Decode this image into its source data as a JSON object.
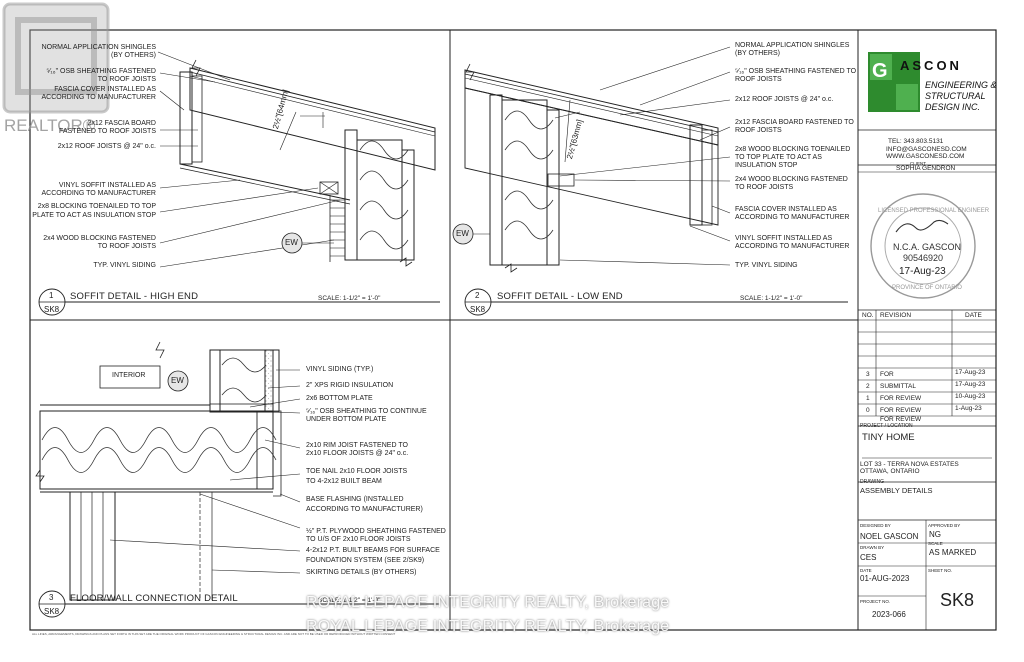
{
  "details": [
    {
      "number": "1",
      "sheet": "SK8",
      "title": "SOFFIT DETAIL - HIGH END",
      "scale": "SCALE: 1-1/2\" = 1'-0\"",
      "notes": [
        "NORMAL APPLICATION SHINGLES",
        "(BY OTHERS)",
        "⁵⁄₁₆\" OSB SHEATHING FASTENED",
        "TO ROOF JOISTS",
        "FASCIA COVER INSTALLED AS",
        "ACCORDING TO MANUFACTURER",
        "2x12 FASCIA BOARD",
        "FASTENED TO ROOF JOISTS",
        "2x12 ROOF JOISTS @ 24\" o.c.",
        "VINYL SOFFIT INSTALLED AS",
        "ACCORDING TO MANUFACTURER",
        "2x8 BLOCKING TOENAILED TO TOP",
        "PLATE TO ACT AS INSULATION STOP",
        "2x4 WOOD BLOCKING FASTENED",
        "TO ROOF JOISTS",
        "TYP. VINYL SIDING"
      ],
      "dim": "2½\"[64mm]",
      "tag": "EW"
    },
    {
      "number": "2",
      "sheet": "SK8",
      "title": "SOFFIT DETAIL - LOW END",
      "scale": "SCALE: 1-1/2\" = 1'-0\"",
      "notes": [
        "NORMAL APPLICATION SHINGLES",
        "(BY OTHERS)",
        "⁵⁄₁₆\" OSB SHEATHING FASTENED TO",
        "ROOF JOISTS",
        "2x12 ROOF JOISTS @ 24\" o.c.",
        "2x12 FASCIA BOARD FASTENED TO",
        "ROOF JOISTS",
        "2x8 WOOD BLOCKING TOENAILED",
        "TO TOP PLATE TO ACT AS",
        "INSULATION STOP",
        "2x4 WOOD BLOCKING FASTENED",
        "TO ROOF JOISTS",
        "FASCIA COVER INSTALLED AS",
        "ACCORDING TO MANUFACTURER",
        "VINYL SOFFIT INSTALLED AS",
        "ACCORDING TO MANUFACTURER",
        "TYP. VINYL SIDING"
      ],
      "dim": "2½\"[63mm]",
      "tag": "EW"
    },
    {
      "number": "3",
      "sheet": "SK8",
      "title": "FLOOR/WALL CONNECTION DETAIL",
      "scale": "SCALE: 1-1/2\" = 1'-0\"",
      "interior": "INTERIOR",
      "tag": "EW",
      "notes": [
        "VINYL SIDING (TYP.)",
        "2\" XPS RIGID INSULATION",
        "2x6 BOTTOM PLATE",
        "⁵⁄₁₆\" OSB SHEATHING TO CONTINUE",
        "UNDER BOTTOM PLATE",
        "2x10 RIM JOIST FASTENED TO",
        "2x10 FLOOR JOISTS @ 24\" o.c.",
        "TOE NAIL 2x10 FLOOR JOISTS",
        "TO 4-2x12 BUILT BEAM",
        "BASE FLASHING (INSTALLED",
        "ACCORDING TO MANUFACTURER)",
        "½\" P.T. PLYWOOD SHEATHING FASTENED",
        "TO U/S OF 2x10 FLOOR JOISTS",
        "4-2x12 P.T. BUILT BEAMS FOR SURFACE",
        "FOUNDATION SYSTEM (SEE 2/SK9)",
        "SKIRTING DETAILS (BY OTHERS)"
      ]
    }
  ],
  "titleblock": {
    "logo_text": "ASCON",
    "logo_letter": "G",
    "logo_lines": [
      "ENGINEERING &",
      "STRUCTURAL",
      "DESIGN INC."
    ],
    "phone": "TEL: 343.803.5131",
    "email": "INFO@GASCONESD.COM",
    "web": "WWW.GASCONESD.COM",
    "client_label": "CLIENT",
    "client": "SOPHIA GENDRON",
    "stamp": {
      "ring_top": "LICENSED PROFESSIONAL ENGINEER",
      "ring_bottom": "PROVINCE OF ONTARIO",
      "name": "N.C.A. GASCON",
      "number": "90546920",
      "date": "17-Aug-23"
    },
    "revision_headers": [
      "NO.",
      "REVISION",
      "DATE"
    ],
    "revisions": [
      {
        "no": "3",
        "desc": "FOR",
        "date": "17-Aug-23"
      },
      {
        "no": "2",
        "desc": "SUBMITTAL",
        "date": "17-Aug-23"
      },
      {
        "no": "1",
        "desc": "FOR     REVIEW",
        "date": "10-Aug-23"
      },
      {
        "no": "0",
        "desc": "FOR     REVIEW",
        "date": "1-Aug-23"
      }
    ],
    "for_review_overflow": "FOR REVIEW",
    "project_label": "PROJECT / LOCATION",
    "project": "TINY HOME",
    "location_1": "LOT 33 - TERRA NOVA ESTATES",
    "location_2": "OTTAWA, ONTARIO",
    "drawing_label": "DRAWING",
    "drawing": "ASSEMBLY DETAILS",
    "designed_by_label": "DESIGNED BY",
    "designed_by": "NOEL GASCON",
    "approved_by_label": "APPROVED BY",
    "approved_by": "NG",
    "drawn_by_label": "DRAWN BY",
    "drawn_by": "CES",
    "scale_label": "SCALE",
    "scale": "AS MARKED",
    "date_label": "DATE",
    "date": "01-AUG-2023",
    "sheet_no_label": "SHEET NO.",
    "sheet_no": "SK8",
    "project_no_label": "PROJECT NO.",
    "project_no": "2023-066"
  },
  "watermarks": {
    "realtor": "REALTOR®",
    "brokerage_1": "ROYAL LEPAGE INTEGRITY REALTY, Brokerage",
    "brokerage_2": "ROYAL LEPAGE INTEGRITY REALTY, Brokerage"
  },
  "footer_note": "ALL LINES, ARRANGEMENTS, DRAWINGS AND PLANS SET FORTH IN THIS SET ARE THE ORIGINAL WORK PRODUCT OF GASCON ENGINEERING & STRUCTURAL DESIGN INC. AND ARE NOT TO BE USED OR REPRODUCED WITHOUT WRITTEN CONSENT"
}
